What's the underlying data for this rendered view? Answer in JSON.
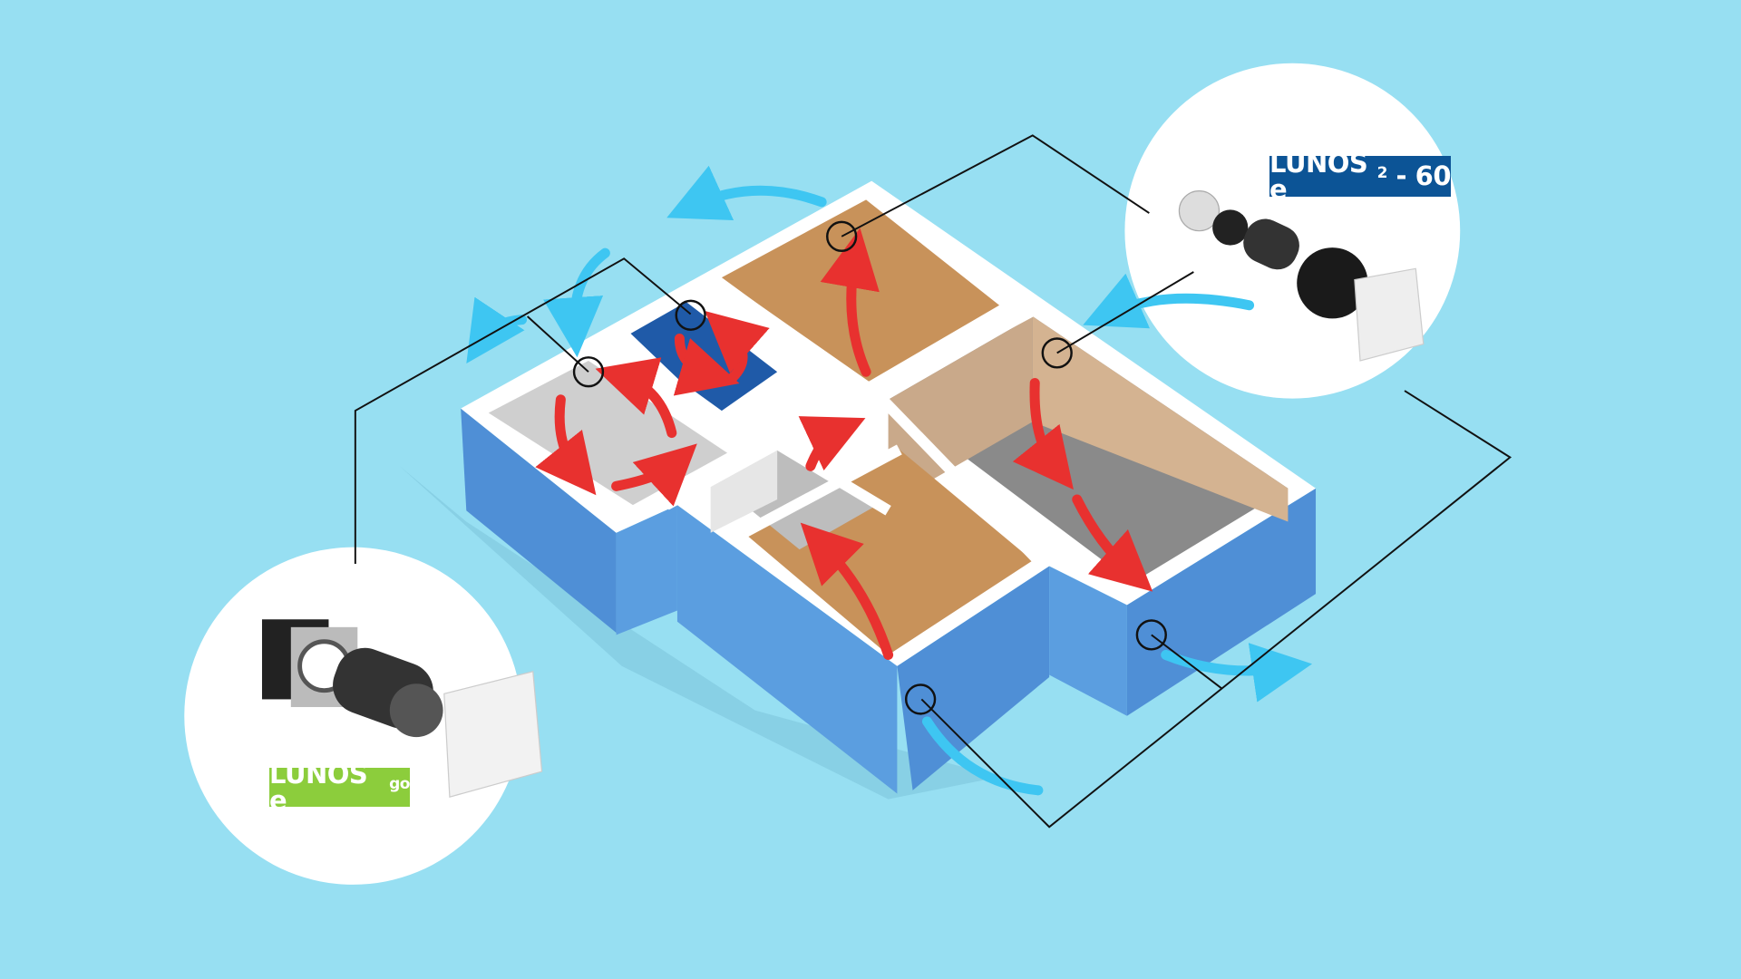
{
  "products": [
    {
      "name": "LUNOS e",
      "superscript": "2",
      "suffix": " - 60",
      "color": "#0c5496"
    },
    {
      "name": "LUNOS e",
      "superscript": "go",
      "suffix": "",
      "color": "#8ccd3c"
    }
  ],
  "colors": {
    "background": "#97dff2",
    "wall_side": "#5b9ee0",
    "airflow_internal": "#e8312f",
    "airflow_external": "#3ec6f2"
  }
}
